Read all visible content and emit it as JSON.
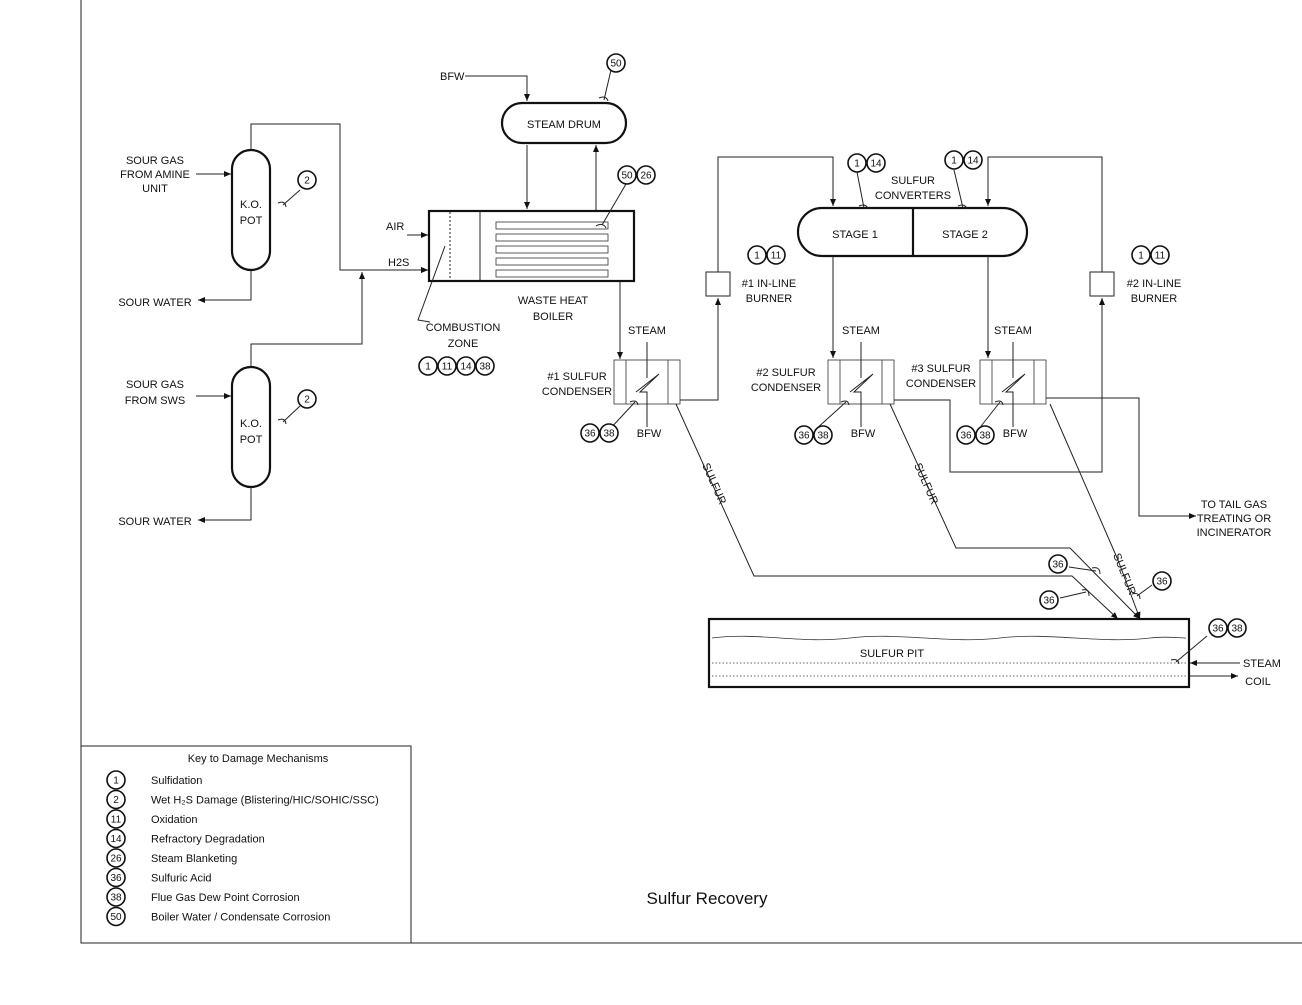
{
  "title": "Sulfur Recovery",
  "labels": {
    "bfw_top": "BFW",
    "steam_drum": "STEAM DRUM",
    "sour_gas_amine": [
      "SOUR GAS",
      "FROM AMINE",
      "UNIT"
    ],
    "sour_gas_sws": [
      "SOUR GAS",
      "FROM SWS"
    ],
    "ko_pot": [
      "K.O.",
      "POT"
    ],
    "sour_water": "SOUR WATER",
    "air": "AIR",
    "h2s": "H2S",
    "waste_heat_boiler": [
      "WASTE HEAT",
      "BOILER"
    ],
    "combustion_zone": [
      "COMBUSTION",
      "ZONE"
    ],
    "sulfur_converters": [
      "SULFUR",
      "CONVERTERS"
    ],
    "stage1": "STAGE 1",
    "stage2": "STAGE 2",
    "burner1": [
      "#1 IN-LINE",
      "BURNER"
    ],
    "burner2": [
      "#2 IN-LINE",
      "BURNER"
    ],
    "steam": "STEAM",
    "bfw": "BFW",
    "cond1": [
      "#1 SULFUR",
      "CONDENSER"
    ],
    "cond2": [
      "#2 SULFUR",
      "CONDENSER"
    ],
    "cond3": [
      "#3 SULFUR",
      "CONDENSER"
    ],
    "sulfur": "SULFUR",
    "tail_gas": [
      "TO TAIL GAS",
      "TREATING OR",
      "INCINERATOR"
    ],
    "sulfur_pit": "SULFUR PIT",
    "steam_coil": [
      "STEAM",
      "COIL"
    ]
  },
  "key": {
    "title": "Key to Damage Mechanisms",
    "items": [
      {
        "num": "1",
        "label": "Sulfidation"
      },
      {
        "num": "2",
        "label": "Wet H₂S Damage (Blistering/HIC/SOHIC/SSC)"
      },
      {
        "num": "11",
        "label": "Oxidation"
      },
      {
        "num": "14",
        "label": "Refractory Degradation"
      },
      {
        "num": "26",
        "label": "Steam Blanketing"
      },
      {
        "num": "36",
        "label": "Sulfuric Acid"
      },
      {
        "num": "38",
        "label": "Flue Gas Dew Point Corrosion"
      },
      {
        "num": "50",
        "label": "Boiler Water  / Condensate Corrosion"
      }
    ]
  },
  "markers": {
    "steam_drum": [
      "50"
    ],
    "ko_pot_top": [
      "2"
    ],
    "ko_pot_bottom": [
      "2"
    ],
    "boiler": [
      "50",
      "26"
    ],
    "combustion_zone": [
      "1",
      "11",
      "14",
      "38"
    ],
    "converter_stage1": [
      "1",
      "14"
    ],
    "converter_stage2": [
      "1",
      "14"
    ],
    "burner1": [
      "1",
      "11"
    ],
    "burner2": [
      "1",
      "11"
    ],
    "cond1": [
      "36",
      "38"
    ],
    "cond2": [
      "36",
      "38"
    ],
    "cond3": [
      "36",
      "38"
    ],
    "pit_inlet_a": [
      "36"
    ],
    "pit_inlet_b": [
      "36"
    ],
    "pit_inlet_c": [
      "36"
    ],
    "pit_coil": [
      "36",
      "38"
    ]
  }
}
